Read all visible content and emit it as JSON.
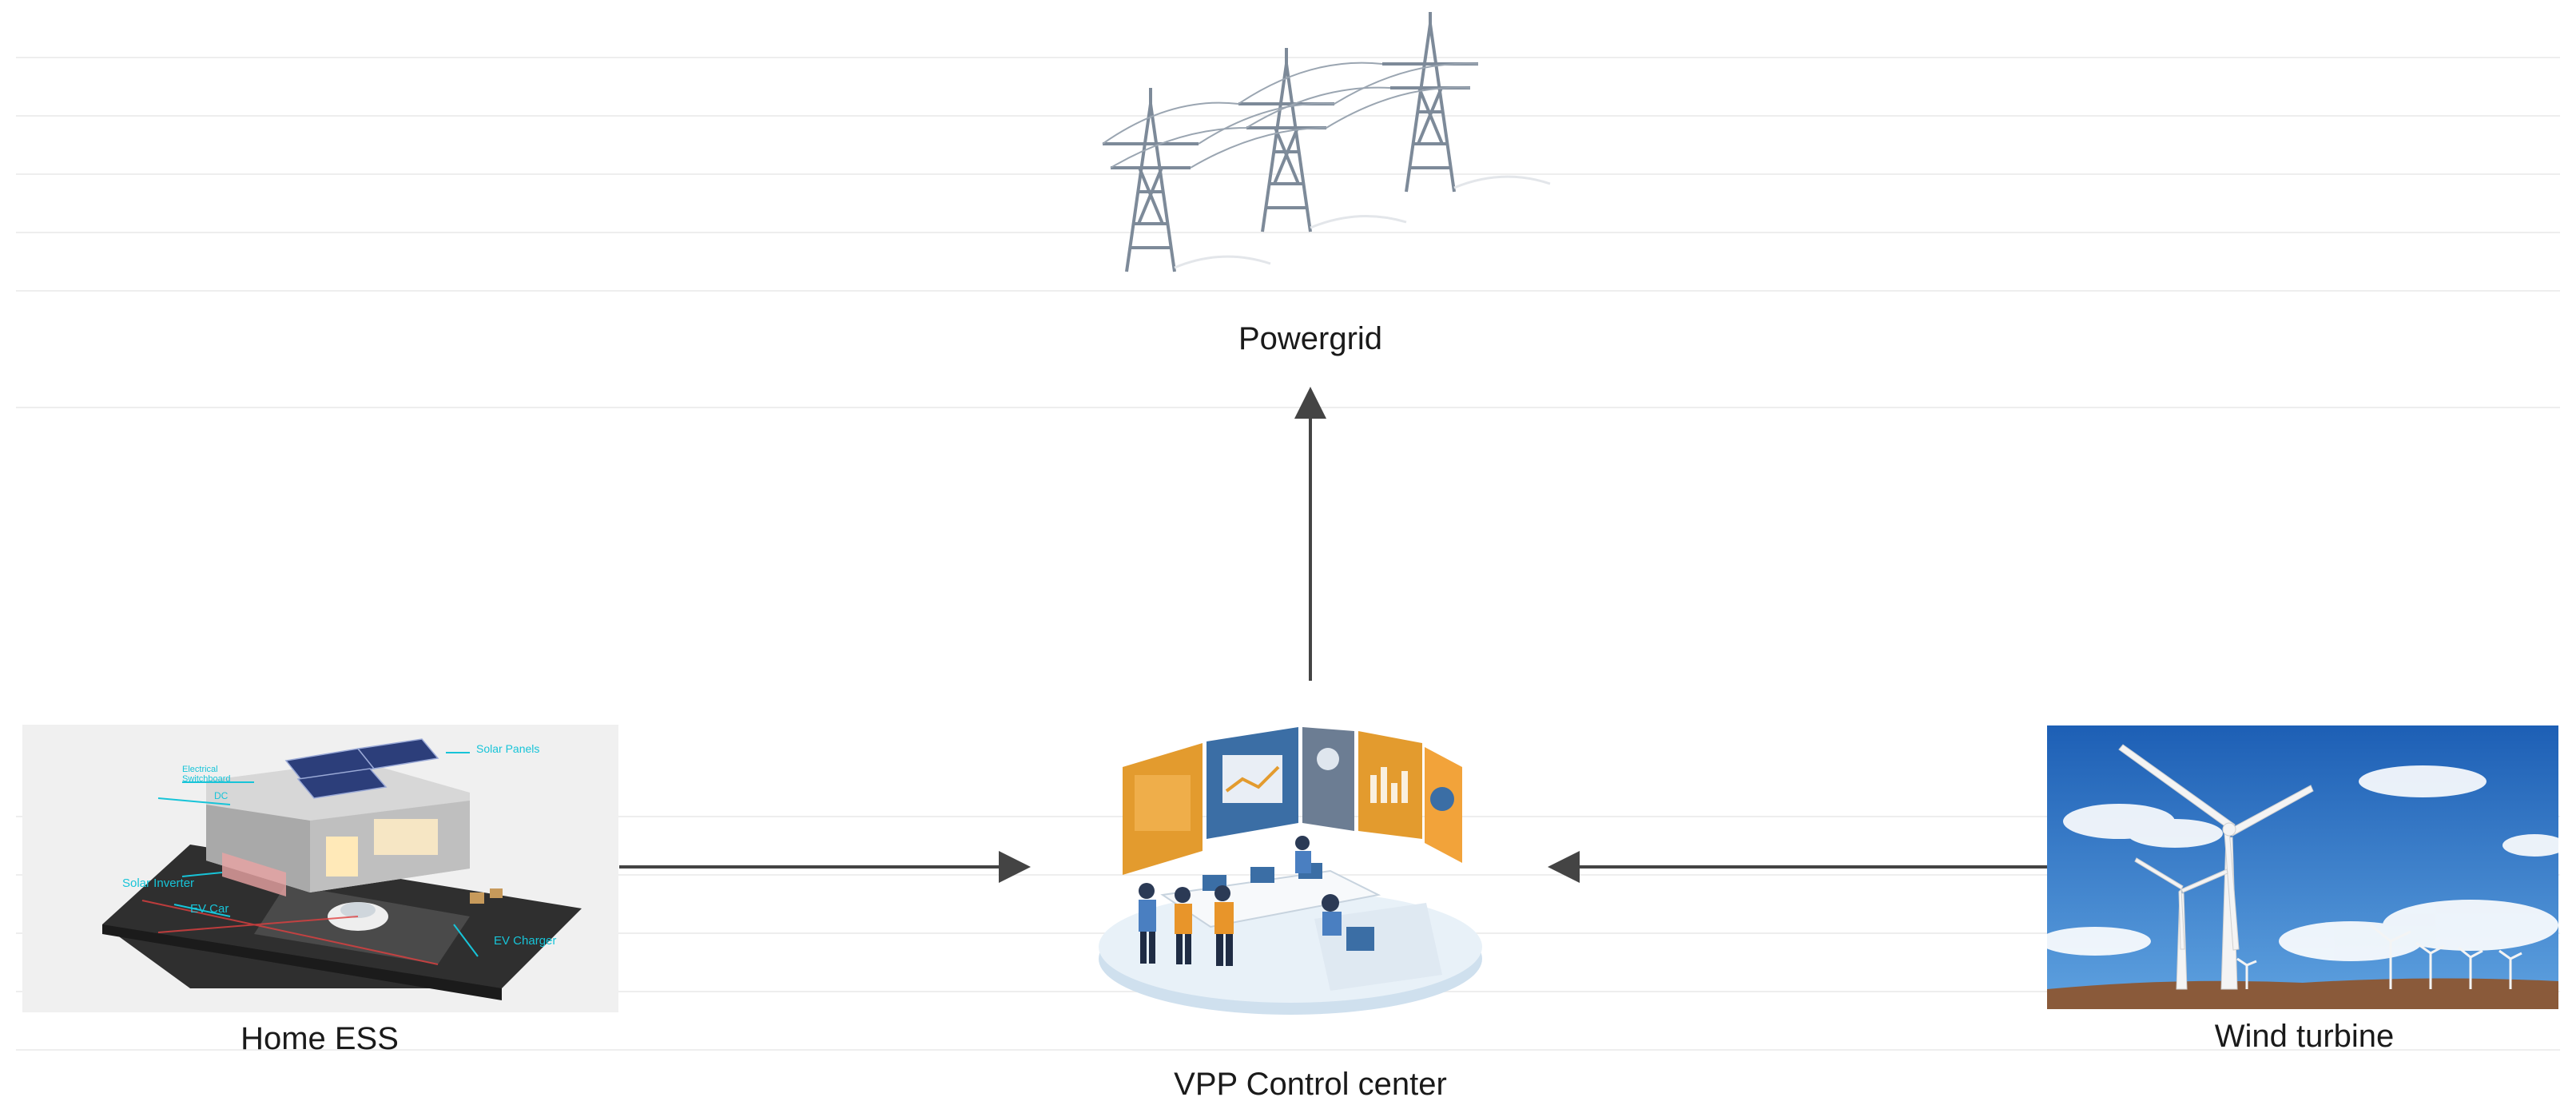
{
  "diagram": {
    "nodes": {
      "powergrid": {
        "label": "Powergrid",
        "icon": "transmission-tower-icon"
      },
      "home_ess": {
        "label": "Home ESS",
        "icon": "house-with-solar-icon",
        "callouts": [
          "Electrical Switchboard",
          "DC",
          "Solar Panels",
          "Solar Inverter",
          "EV Car",
          "EV Charger"
        ]
      },
      "vpp": {
        "label": "VPP Control center",
        "icon": "control-room-icon"
      },
      "wind": {
        "label": "Wind turbine",
        "icon": "wind-turbine-icon"
      }
    },
    "edges": [
      {
        "from": "VPP Control center",
        "to": "Powergrid"
      },
      {
        "from": "Home ESS",
        "to": "VPP Control center"
      },
      {
        "from": "Wind turbine",
        "to": "VPP Control center"
      }
    ],
    "colors": {
      "arrow": "#444444",
      "callout": "#17c4d8",
      "sky": "#2f74c9"
    }
  }
}
